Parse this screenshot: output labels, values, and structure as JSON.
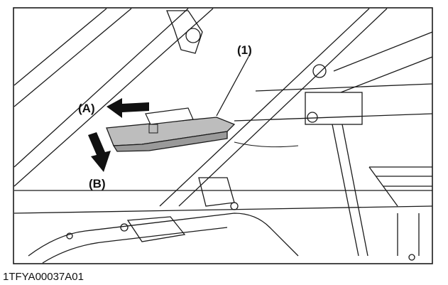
{
  "labels": {
    "part": "(1)",
    "direction_a": "(A)",
    "direction_b": "(B)"
  },
  "figure_code": "1TFYA00037A01",
  "colors": {
    "ink": "#1a1a1a",
    "part_fill": "#bdbdbd",
    "part_shade": "#9a9a9a",
    "background": "#ffffff"
  }
}
